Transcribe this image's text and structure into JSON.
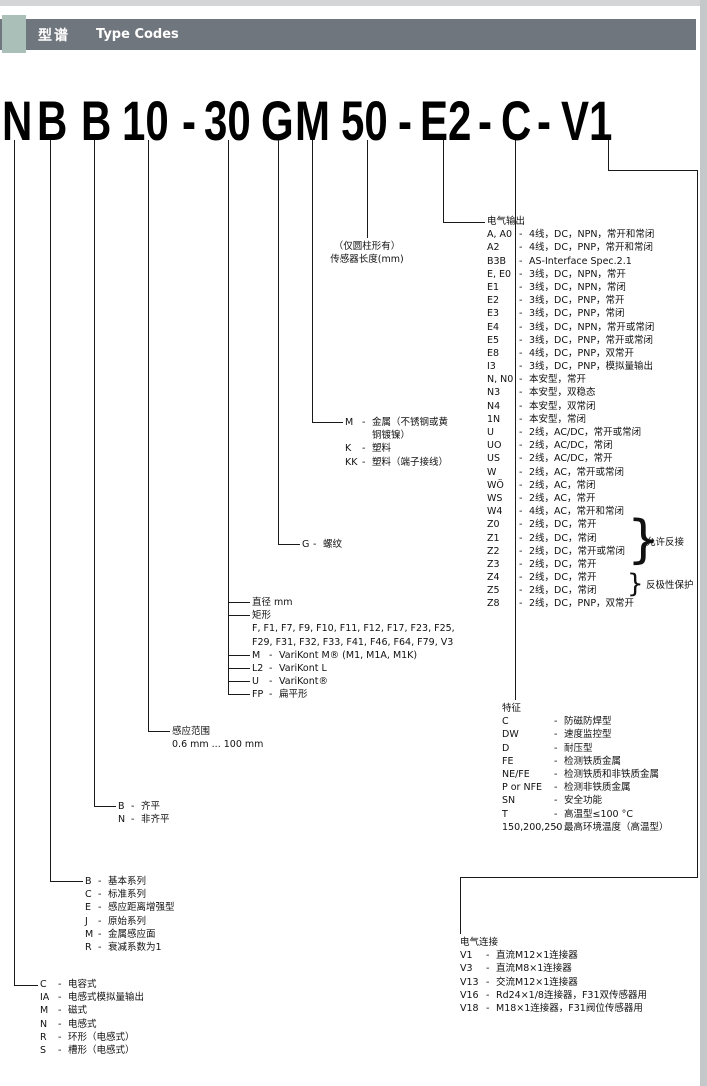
{
  "header": {
    "tag_zh": "型谱",
    "tag_en": "Type Codes"
  },
  "type_code": {
    "segments": [
      "N",
      "B",
      "B",
      "10",
      "-",
      "30",
      "G",
      "M",
      "50",
      "-",
      "E2",
      "-",
      "C",
      "-",
      "V1"
    ]
  },
  "length_note": {
    "line1": "（仅圆柱形有）",
    "line2": "传感器长度(mm)"
  },
  "output": {
    "title": "电气输出",
    "items": [
      {
        "code": "A, A0",
        "dash": "-",
        "desc": "4线，DC，NPN，常开和常闭"
      },
      {
        "code": "A2",
        "dash": "-",
        "desc": "4线，DC，PNP，常开和常闭"
      },
      {
        "code": "B3B",
        "dash": "-",
        "desc": "AS-Interface Spec.2.1"
      },
      {
        "code": "E, E0",
        "dash": "-",
        "desc": "3线，DC，NPN，常开"
      },
      {
        "code": "E1",
        "dash": "-",
        "desc": "3线，DC，NPN，常闭"
      },
      {
        "code": "E2",
        "dash": "-",
        "desc": "3线，DC，PNP，常开"
      },
      {
        "code": "E3",
        "dash": "-",
        "desc": "3线，DC，PNP，常闭"
      },
      {
        "code": "E4",
        "dash": "-",
        "desc": "3线，DC，NPN，常开或常闭"
      },
      {
        "code": "E5",
        "dash": "-",
        "desc": "3线，DC，PNP，常开或常闭"
      },
      {
        "code": "E8",
        "dash": "-",
        "desc": "4线，DC，PNP，双常开"
      },
      {
        "code": "I3",
        "dash": "-",
        "desc": "3线，DC，PNP，模拟量输出"
      },
      {
        "code": "N, N0",
        "dash": "-",
        "desc": "本安型，常开"
      },
      {
        "code": "N3",
        "dash": "-",
        "desc": "本安型，双稳态"
      },
      {
        "code": "N4",
        "dash": "-",
        "desc": "本安型，双常闭"
      },
      {
        "code": "1N",
        "dash": "-",
        "desc": "本安型，常闭"
      },
      {
        "code": "U",
        "dash": "-",
        "desc": "2线，AC/DC，常开或常闭"
      },
      {
        "code": "UO",
        "dash": "-",
        "desc": "2线，AC/DC，常闭"
      },
      {
        "code": "US",
        "dash": "-",
        "desc": "2线，AC/DC，常开"
      },
      {
        "code": "W",
        "dash": "-",
        "desc": "2线，AC，常开或常闭"
      },
      {
        "code": "WÖ",
        "dash": "-",
        "desc": "2线，AC，常闭"
      },
      {
        "code": "WS",
        "dash": "-",
        "desc": "2线，AC，常开"
      },
      {
        "code": "W4",
        "dash": "-",
        "desc": "4线，AC，常开和常闭"
      },
      {
        "code": "Z0",
        "dash": "-",
        "desc": "2线，DC，常开"
      },
      {
        "code": "Z1",
        "dash": "-",
        "desc": "2线，DC，常闭"
      },
      {
        "code": "Z2",
        "dash": "-",
        "desc": "2线，DC，常开或常闭"
      },
      {
        "code": "Z3",
        "dash": "-",
        "desc": "2线，DC，常开"
      },
      {
        "code": "Z4",
        "dash": "-",
        "desc": "2线，DC，常开"
      },
      {
        "code": "Z5",
        "dash": "-",
        "desc": "2线，DC，常闭"
      },
      {
        "code": "Z8",
        "dash": "-",
        "desc": "2线，DC，PNP，双常开"
      }
    ],
    "braces": [
      {
        "glyph": "}",
        "label": "允许反接"
      },
      {
        "glyph": "}",
        "label": "反极性保护"
      }
    ]
  },
  "material": {
    "items": [
      {
        "code": "M",
        "dash": "-",
        "desc": "金属（不锈钢或黄"
      },
      {
        "code": "",
        "dash": "",
        "desc": "铜镀镍）"
      },
      {
        "code": "K",
        "dash": "-",
        "desc": "塑料"
      },
      {
        "code": "KK",
        "dash": "-",
        "desc": "塑料（端子接线）"
      }
    ]
  },
  "thread": {
    "items": [
      {
        "code": "G",
        "dash": "-",
        "desc": "螺纹"
      }
    ]
  },
  "housing": {
    "items": [
      {
        "code": "",
        "dash": "",
        "desc": "直径 mm"
      },
      {
        "code": "",
        "dash": "",
        "desc": "矩形"
      },
      {
        "code": "",
        "dash": "",
        "desc": "F, F1, F7, F9, F10, F11, F12, F17, F23, F25,"
      },
      {
        "code": "",
        "dash": "",
        "desc": "F29, F31, F32, F33, F41, F46, F64, F79, V3"
      },
      {
        "code": "M",
        "dash": "-",
        "desc": "VariKont M® (M1, M1A, M1K)"
      },
      {
        "code": "L2",
        "dash": "-",
        "desc": "VariKont L"
      },
      {
        "code": "U",
        "dash": "-",
        "desc": "VariKont®"
      },
      {
        "code": "FP",
        "dash": "-",
        "desc": "扁平形"
      }
    ]
  },
  "range": {
    "line1": "感应范围",
    "line2": "0.6 mm ... 100 mm"
  },
  "flush": {
    "items": [
      {
        "code": "B",
        "dash": "-",
        "desc": "齐平"
      },
      {
        "code": "N",
        "dash": "-",
        "desc": "非齐平"
      }
    ]
  },
  "series": {
    "items": [
      {
        "code": "B",
        "dash": "-",
        "desc": "基本系列"
      },
      {
        "code": "C",
        "dash": "-",
        "desc": "标准系列"
      },
      {
        "code": "E",
        "dash": "-",
        "desc": "感应距离增强型"
      },
      {
        "code": "J",
        "dash": "-",
        "desc": "原始系列"
      },
      {
        "code": "M",
        "dash": "-",
        "desc": "金属感应面"
      },
      {
        "code": "R",
        "dash": "-",
        "desc": "衰减系数为1"
      }
    ]
  },
  "feature": {
    "title": "特征",
    "items": [
      {
        "code": "C",
        "dash": "-",
        "desc": "防磁防焊型"
      },
      {
        "code": "DW",
        "dash": "-",
        "desc": "速度监控型"
      },
      {
        "code": "D",
        "dash": "-",
        "desc": "耐压型"
      },
      {
        "code": "FE",
        "dash": "-",
        "desc": "检测铁质金属"
      },
      {
        "code": "NE/FE",
        "dash": "-",
        "desc": "检测铁质和非铁质金属"
      },
      {
        "code": "P or NFE",
        "dash": "-",
        "desc": "检测非铁质金属"
      },
      {
        "code": "SN",
        "dash": "-",
        "desc": "安全功能"
      },
      {
        "code": "T",
        "dash": "-",
        "desc": "高温型≤100 °C"
      },
      {
        "code": "150,200,250",
        "dash": "-",
        "desc": "最高环境温度（高温型）"
      }
    ]
  },
  "connection": {
    "title": "电气连接",
    "items": [
      {
        "code": "V1",
        "dash": "-",
        "desc": "直流M12×1连接器"
      },
      {
        "code": "V3",
        "dash": "-",
        "desc": "直流M8×1连接器"
      },
      {
        "code": "V13",
        "dash": "-",
        "desc": "交流M12×1连接器"
      },
      {
        "code": "V16",
        "dash": "-",
        "desc": "Rd24×1/8连接器，F31双传感器用"
      },
      {
        "code": "V18",
        "dash": "-",
        "desc": "M18×1连接器，F31阀位传感器用"
      }
    ]
  },
  "principle": {
    "items": [
      {
        "code": "C",
        "dash": "-",
        "desc": "电容式"
      },
      {
        "code": "IA",
        "dash": "-",
        "desc": "电感式模拟量输出"
      },
      {
        "code": "M",
        "dash": "-",
        "desc": "磁式"
      },
      {
        "code": "N",
        "dash": "-",
        "desc": "电感式"
      },
      {
        "code": "R",
        "dash": "-",
        "desc": "环形（电感式）"
      },
      {
        "code": "S",
        "dash": "-",
        "desc": "槽形（电感式）"
      }
    ]
  }
}
